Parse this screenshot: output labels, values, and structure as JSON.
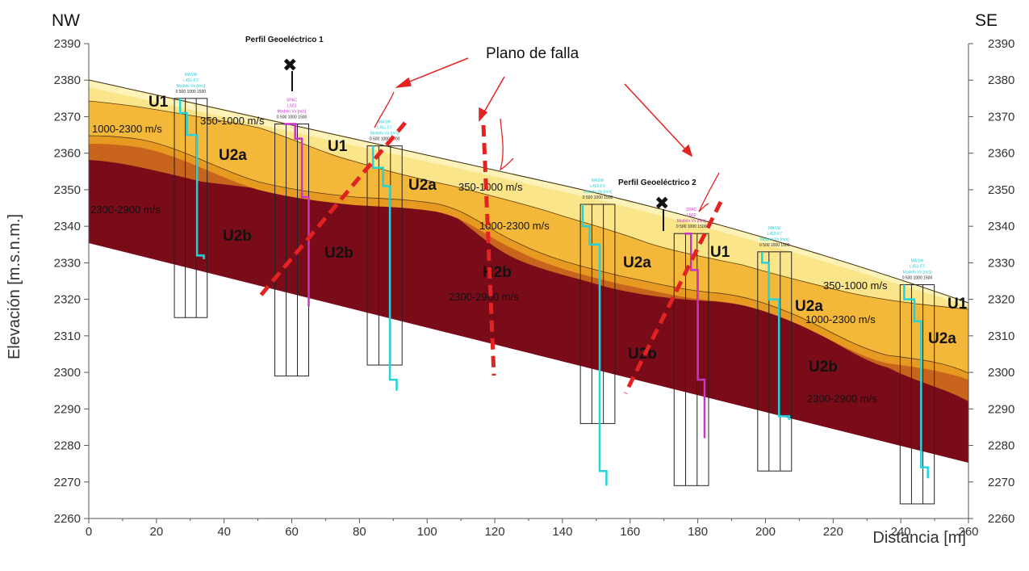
{
  "orientation": {
    "left": "NW",
    "right": "SE"
  },
  "axes": {
    "x_title": "Distancia [m]",
    "y_title": "Elevación [m.s.n.m.]",
    "x_ticks": [
      "0",
      "20",
      "40",
      "60",
      "80",
      "100",
      "120",
      "140",
      "160",
      "180",
      "200",
      "220",
      "240",
      "260"
    ],
    "y_ticks": [
      "2260",
      "2270",
      "2280",
      "2290",
      "2300",
      "2310",
      "2320",
      "2330",
      "2340",
      "2350",
      "2360",
      "2370",
      "2380",
      "2390"
    ],
    "x_range": [
      0,
      260
    ],
    "y_range": [
      2260,
      2390
    ]
  },
  "colors": {
    "u1": "#fbe58a",
    "u1_top": "#fdf3b8",
    "u2a": "#f3b83a",
    "u2a_dark": "#e79a22",
    "transition": "#c9641c",
    "u2b": "#7a0c1a",
    "fault": "#e32222",
    "masw": "#22d3dd",
    "spac": "#c737c7",
    "arrow": "#e32222"
  },
  "units": {
    "u1": "U1",
    "u2a": "U2a",
    "u2b": "U2b",
    "h2b": "H2b"
  },
  "velocities": {
    "v1": "350-1000 m/s",
    "v2": "1000-2300 m/s",
    "v3": "2300-2900 m/s"
  },
  "annotations": {
    "plano_de_falla": "Plano de falla",
    "geo1": "Perfil Geoeléctrico 1",
    "geo2": "Perfil Geoeléctrico 2",
    "geo_marker": "✖"
  },
  "probes": [
    {
      "type": "MASW",
      "id": "L451-F3",
      "line": "Modelo Vs [m/s]",
      "scale": "0 500 1000 1500"
    },
    {
      "type": "SPAC",
      "id": "LS01",
      "line": "Modelo Vs [m/s]",
      "scale": "0 500 1000 1500"
    },
    {
      "type": "MASW",
      "id": "L451-F7",
      "line": "Modelo Vs [m/s]",
      "scale": "0 500 1000 1500"
    },
    {
      "type": "MASW",
      "id": "L452-F3",
      "line": "Modelo Vs [m/s]",
      "scale": "0 500 1000 1500"
    },
    {
      "type": "SPAC",
      "id": "LS02",
      "line": "Modelo Vs [m/s]",
      "scale": "0 500 1000 1500"
    },
    {
      "type": "MASW",
      "id": "L452-F7",
      "line": "Modelo Vs [m/s]",
      "scale": "0 500 1000 1500"
    },
    {
      "type": "MASW",
      "id": "L453-F7",
      "line": "Modelo Vs [m/s]",
      "scale": "0 500 1000 1500"
    }
  ]
}
